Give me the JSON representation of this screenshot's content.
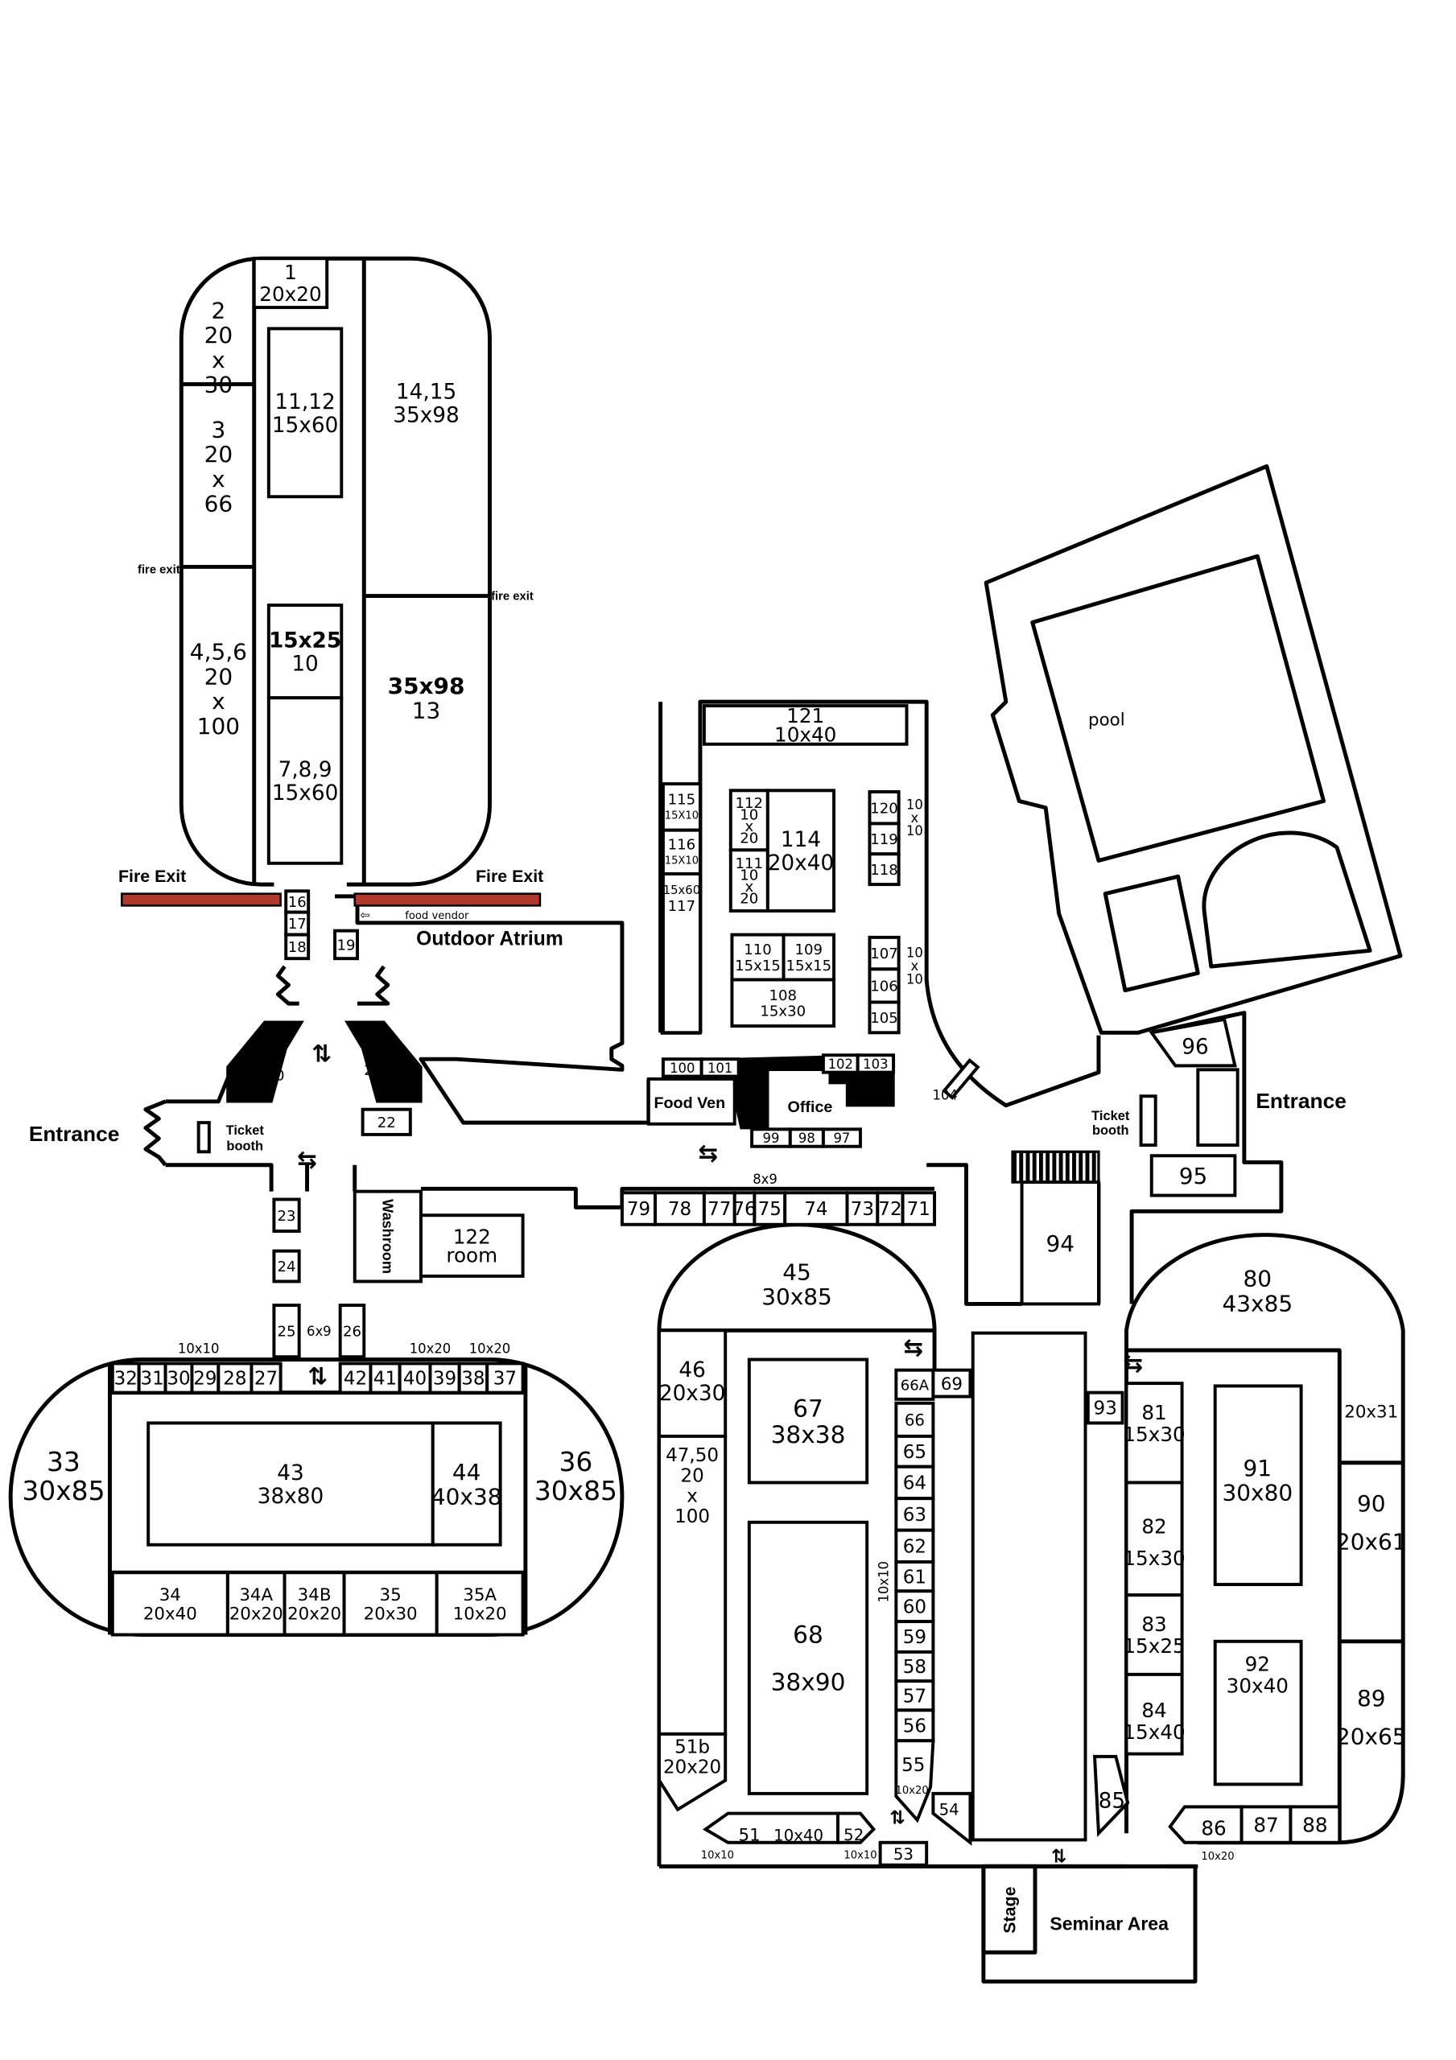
{
  "colors": {
    "fire_exit": "#b0392e",
    "wall": "#000000",
    "background": "#ffffff"
  },
  "labels": {
    "fire_exit_small_left": "fire exit",
    "fire_exit_small_right": "fire exit",
    "fire_exit_left": "Fire Exit",
    "fire_exit_right": "Fire Exit",
    "food_vendor": "food vendor",
    "outdoor_atrium": "Outdoor Atrium",
    "entrance_left": "Entrance",
    "entrance_right": "Entrance",
    "ticket_booth_left_1": "Ticket",
    "ticket_booth_left_2": "booth",
    "ticket_booth_right_1": "Ticket",
    "ticket_booth_right_2": "booth",
    "washroom": "Washroom",
    "food_ven": "Food Ven",
    "office": "Office",
    "pool": "pool",
    "stage": "Stage",
    "seminar_area": "Seminar Area"
  },
  "size_notes": {
    "row_27_32": "10x10",
    "booth_40": "10x20",
    "booth_38": "10x20",
    "booth_25_26_gap": "6x9",
    "row_71_79": "8x9",
    "booths_118_120": "10 x 10",
    "booths_105_107": "10 x 10",
    "booths_56_66": "10x10",
    "booth_55": "10x20",
    "booth_51_end": "10x10",
    "booth_52": "10x10",
    "booth_86": "10x20"
  },
  "arrow_icons": [
    "two-way-arrow",
    "two-way-arrow",
    "two-way-arrow",
    "two-way-arrow",
    "two-way-arrow",
    "two-way-arrow",
    "two-way-arrow",
    "two-way-arrow"
  ],
  "booths": {
    "b1": {
      "label": "1",
      "size": "20x20"
    },
    "b2": {
      "label": "2",
      "size": "20 x 30"
    },
    "b3": {
      "label": "3",
      "size": "20 x 66"
    },
    "b456": {
      "label": "4,5,6",
      "size": "20 x 100"
    },
    "b1112": {
      "label": "11,12",
      "size": "15x60"
    },
    "b10": {
      "label": "10",
      "size": "15x25"
    },
    "b789": {
      "label": "7,8,9",
      "size": "15x60"
    },
    "b1415": {
      "label": "14,15",
      "size": "35x98"
    },
    "b13": {
      "label": "13",
      "size": "35x98"
    },
    "b16": {
      "label": "16"
    },
    "b17": {
      "label": "17"
    },
    "b18": {
      "label": "18"
    },
    "b19": {
      "label": "19"
    },
    "b20": {
      "label": "20"
    },
    "b21": {
      "label": "21"
    },
    "b22": {
      "label": "22"
    },
    "b23": {
      "label": "23"
    },
    "b24": {
      "label": "24"
    },
    "b25": {
      "label": "25"
    },
    "b26": {
      "label": "26"
    },
    "b122": {
      "label": "122",
      "size": "room"
    },
    "b27": {
      "label": "27"
    },
    "b28": {
      "label": "28"
    },
    "b29": {
      "label": "29"
    },
    "b30": {
      "label": "30"
    },
    "b31": {
      "label": "31"
    },
    "b32": {
      "label": "32"
    },
    "b37": {
      "label": "37"
    },
    "b38": {
      "label": "38"
    },
    "b39": {
      "label": "39"
    },
    "b40": {
      "label": "40"
    },
    "b41": {
      "label": "41"
    },
    "b42": {
      "label": "42"
    },
    "b33": {
      "label": "33",
      "size": "30x85"
    },
    "b36": {
      "label": "36",
      "size": "30x85"
    },
    "b43": {
      "label": "43",
      "size": "38x80"
    },
    "b44": {
      "label": "44",
      "size": "40x38"
    },
    "b34": {
      "label": "34",
      "size": "20x40"
    },
    "b34A": {
      "label": "34A",
      "size": "20x20"
    },
    "b34B": {
      "label": "34B",
      "size": "20x20"
    },
    "b35": {
      "label": "35",
      "size": "20x30"
    },
    "b35A": {
      "label": "35A",
      "size": "10x20"
    },
    "b121": {
      "label": "121",
      "size": "10x40"
    },
    "b115": {
      "label": "115",
      "size": "15X10"
    },
    "b116": {
      "label": "116",
      "size": "15X10"
    },
    "b117": {
      "label": "117",
      "size": "15x60"
    },
    "b112": {
      "label": "112",
      "size": "10 x 20"
    },
    "b111": {
      "label": "111",
      "size": "10 x 20"
    },
    "b114": {
      "label": "114",
      "size": "20x40"
    },
    "b120": {
      "label": "120"
    },
    "b119": {
      "label": "119"
    },
    "b118": {
      "label": "118"
    },
    "b110": {
      "label": "110",
      "size": "15x15"
    },
    "b109": {
      "label": "109",
      "size": "15x15"
    },
    "b108": {
      "label": "108",
      "size": "15x30"
    },
    "b107": {
      "label": "107"
    },
    "b106": {
      "label": "106"
    },
    "b105": {
      "label": "105"
    },
    "b100": {
      "label": "100"
    },
    "b101": {
      "label": "101"
    },
    "b102": {
      "label": "102"
    },
    "b103": {
      "label": "103"
    },
    "b104": {
      "label": "104"
    },
    "b99": {
      "label": "99"
    },
    "b98": {
      "label": "98"
    },
    "b97": {
      "label": "97"
    },
    "b79": {
      "label": "79"
    },
    "b78": {
      "label": "78"
    },
    "b77": {
      "label": "77"
    },
    "b76": {
      "label": "76"
    },
    "b75": {
      "label": "75"
    },
    "b74": {
      "label": "74"
    },
    "b73": {
      "label": "73"
    },
    "b72": {
      "label": "72"
    },
    "b71": {
      "label": "71"
    },
    "b45": {
      "label": "45",
      "size": "30x85"
    },
    "b46": {
      "label": "46",
      "size": "20x30"
    },
    "b4750": {
      "label": "47,50",
      "size": "20 x 100"
    },
    "b51b": {
      "label": "51b",
      "size": "20x20"
    },
    "b67": {
      "label": "67",
      "size": "38x38"
    },
    "b68": {
      "label": "68",
      "size": "38x90"
    },
    "b66A": {
      "label": "66A"
    },
    "b69": {
      "label": "69"
    },
    "b66": {
      "label": "66"
    },
    "b65": {
      "label": "65"
    },
    "b64": {
      "label": "64"
    },
    "b63": {
      "label": "63"
    },
    "b62": {
      "label": "62"
    },
    "b61": {
      "label": "61"
    },
    "b60": {
      "label": "60"
    },
    "b59": {
      "label": "59"
    },
    "b58": {
      "label": "58"
    },
    "b57": {
      "label": "57"
    },
    "b56": {
      "label": "56"
    },
    "b55": {
      "label": "55"
    },
    "b54": {
      "label": "54"
    },
    "b51": {
      "label": "51",
      "size": "10x40"
    },
    "b52": {
      "label": "52"
    },
    "b53": {
      "label": "53"
    },
    "b80": {
      "label": "80",
      "size": "43x85"
    },
    "b90a": {
      "label": "",
      "size": "20x31"
    },
    "b90": {
      "label": "90",
      "size": "20x61"
    },
    "b89": {
      "label": "89",
      "size": "20x65"
    },
    "b81": {
      "label": "81",
      "size": "15x30"
    },
    "b82": {
      "label": "82",
      "size": "15x30"
    },
    "b83": {
      "label": "83",
      "size": "15x25"
    },
    "b84": {
      "label": "84",
      "size": "15x40"
    },
    "b91": {
      "label": "91",
      "size": "30x80"
    },
    "b92": {
      "label": "92",
      "size": "30x40"
    },
    "b93": {
      "label": "93"
    },
    "b85": {
      "label": "85"
    },
    "b86": {
      "label": "86"
    },
    "b87": {
      "label": "87"
    },
    "b88": {
      "label": "88"
    },
    "b94": {
      "label": "94"
    },
    "b95": {
      "label": "95"
    },
    "b96": {
      "label": "96"
    }
  }
}
